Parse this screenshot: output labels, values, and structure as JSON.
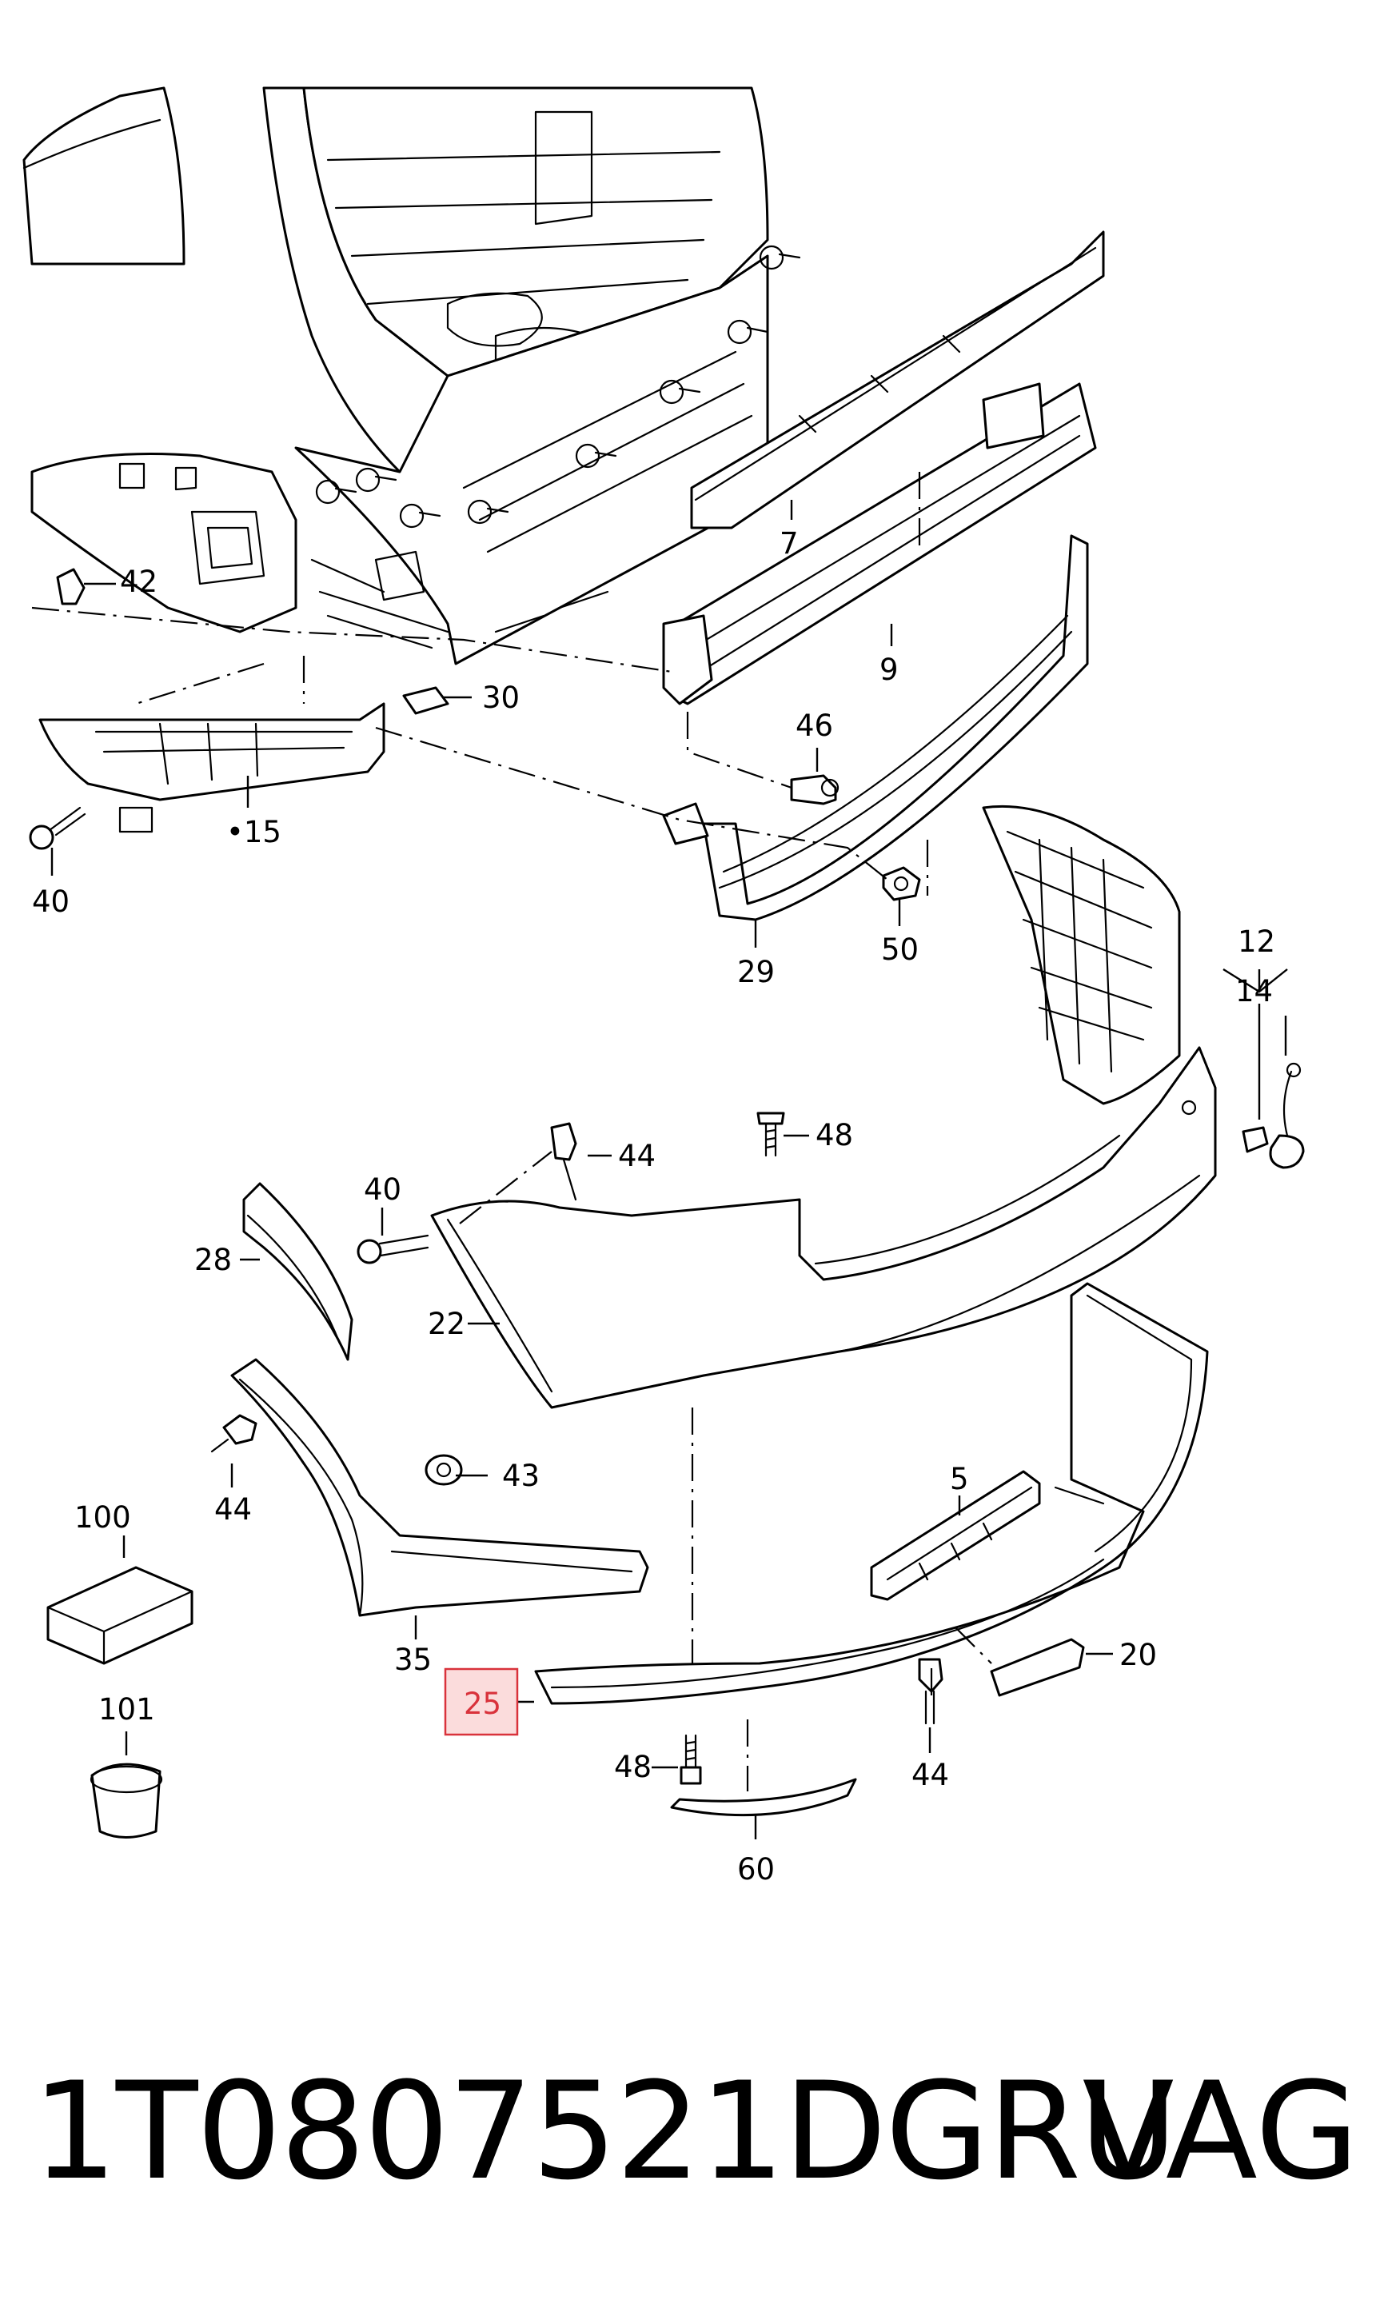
{
  "callouts": {
    "c7": "7",
    "c9": "9",
    "c42": "42",
    "c30": "30",
    "c46": "46",
    "c15": "•15",
    "c40a": "40",
    "c29": "29",
    "c50": "50",
    "c12": "12",
    "c14": "14",
    "c48a": "48",
    "c44a": "44",
    "c40b": "40",
    "c28": "28",
    "c22": "22",
    "c44b": "44",
    "c43": "43",
    "c5": "5",
    "c100": "100",
    "c35": "35",
    "c25": "25",
    "c20": "20",
    "c101": "101",
    "c48b": "48",
    "c44c": "44",
    "c60": "60"
  },
  "footer": {
    "part_number": "1T0807521DGRU",
    "brand": "VAG"
  },
  "colors": {
    "highlight_fill": "#fbdcdc",
    "highlight_border": "#d9323b",
    "line": "#000000"
  }
}
